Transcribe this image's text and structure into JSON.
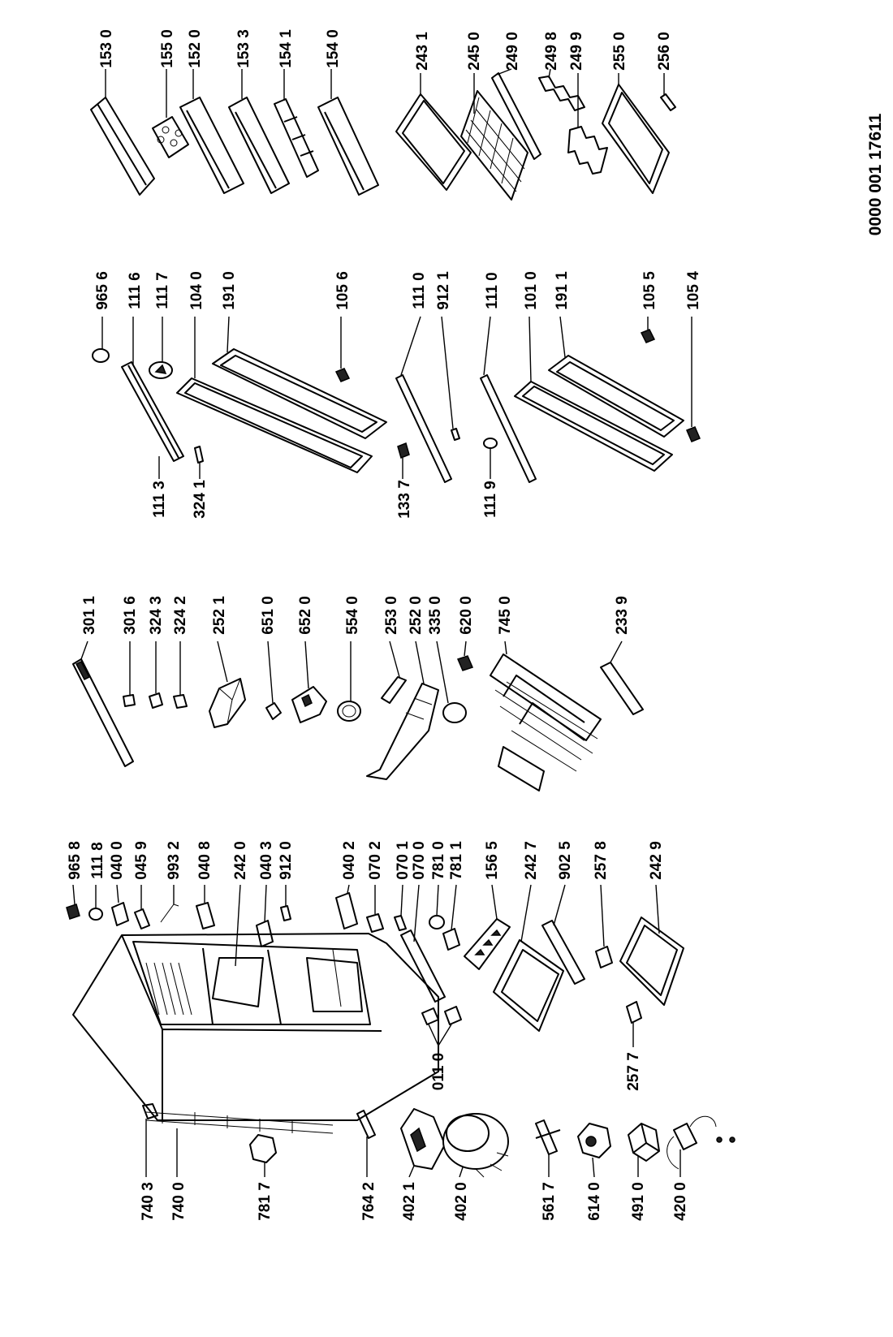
{
  "document_id": "0000 001 17611",
  "labels": {
    "l_153_0": "153 0",
    "l_155_0": "155 0",
    "l_152_0": "152 0",
    "l_153_3": "153 3",
    "l_154_1": "154 1",
    "l_154_0": "154 0",
    "l_243_1": "243 1",
    "l_245_0": "245 0",
    "l_249_0": "249 0",
    "l_249_8": "249 8",
    "l_249_9": "249 9",
    "l_255_0": "255 0",
    "l_256_0": "256 0",
    "l_965_6": "965 6",
    "l_111_6": "111 6",
    "l_111_7": "111 7",
    "l_104_0": "104 0",
    "l_191_0": "191 0",
    "l_105_6": "105 6",
    "l_111_0a": "111 0",
    "l_912_1": "912 1",
    "l_111_0b": "111 0",
    "l_101_0": "101 0",
    "l_191_1": "191 1",
    "l_105_5": "105 5",
    "l_105_4": "105 4",
    "l_111_3": "111 3",
    "l_324_1": "324 1",
    "l_133_7": "133 7",
    "l_111_9": "111 9",
    "l_301_1": "301 1",
    "l_301_6": "301 6",
    "l_324_3": "324 3",
    "l_324_2": "324 2",
    "l_252_1": "252 1",
    "l_651_0": "651 0",
    "l_652_0": "652 0",
    "l_554_0": "554 0",
    "l_253_0": "253 0",
    "l_252_0": "252 0",
    "l_335_0": "335 0",
    "l_620_0": "620 0",
    "l_745_0": "745 0",
    "l_233_9": "233 9",
    "l_965_8": "965 8",
    "l_111_8": "111 8",
    "l_040_0": "040 0",
    "l_045_9": "045 9",
    "l_993_2": "993 2",
    "l_040_8": "040 8",
    "l_242_0": "242 0",
    "l_040_3": "040 3",
    "l_912_0": "912 0",
    "l_040_2": "040 2",
    "l_070_2": "070 2",
    "l_070_1": "070 1",
    "l_070_0": "070 0",
    "l_781_0": "781 0",
    "l_781_1": "781 1",
    "l_156_5": "156 5",
    "l_242_7": "242 7",
    "l_902_5": "902 5",
    "l_257_8": "257 8",
    "l_242_9": "242 9",
    "l_011_0": "011 0",
    "l_257_7": "257 7",
    "l_740_3": "740 3",
    "l_740_0": "740 0",
    "l_781_7": "781 7",
    "l_764_2": "764 2",
    "l_402_1": "402 1",
    "l_402_0": "402 0",
    "l_561_7": "561 7",
    "l_614_0": "614 0",
    "l_491_0": "491 0",
    "l_420_0": "420 0"
  }
}
